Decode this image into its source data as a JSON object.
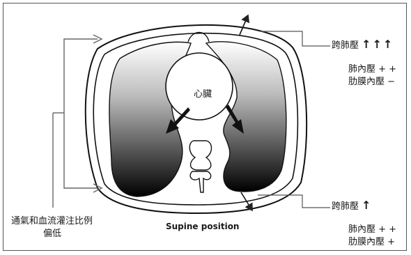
{
  "labels": {
    "heart": "心臟",
    "position": "Supine position",
    "left_text_line1": "通氣和血流灌注比例",
    "left_text_line2": "偏低",
    "top_right": {
      "transpulmonary": "跨肺壓",
      "alveolar": "肺內壓 + +",
      "pleural": "肋膜內壓 −"
    },
    "bottom_right": {
      "transpulmonary": "跨肺壓",
      "alveolar": "肺內壓 + +",
      "pleural": "肋膜內壓 +"
    }
  }
}
